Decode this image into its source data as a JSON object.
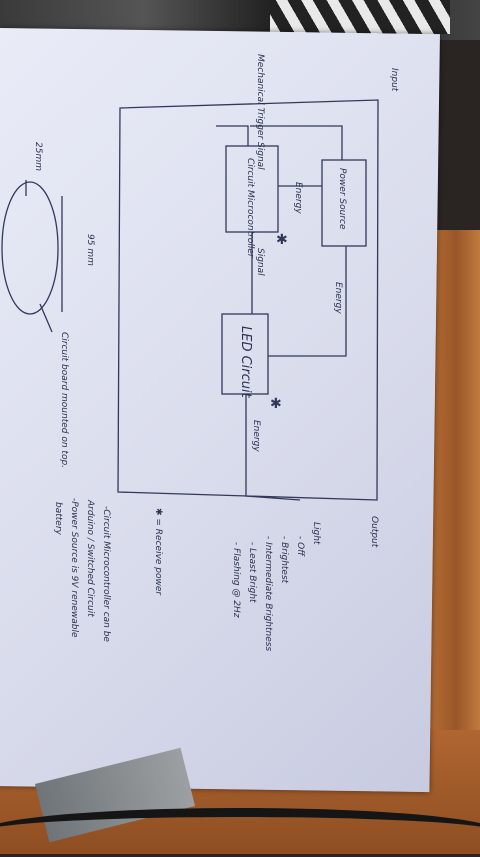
{
  "labels": {
    "input": "Input",
    "output": "Output",
    "trigger": "Mechanical Trigger Signal",
    "micro": "Circuit Microcontroller",
    "power": "Power Source",
    "energy1": "Energy",
    "energy2": "Energy",
    "energy3": "Energy",
    "signal": "Signal",
    "led": "LED Circuit",
    "dim_top": "25mm",
    "dim_side": "95 mm",
    "board_note": "Circuit board mounted on top.",
    "star_note": "✱ = Receive power",
    "notes": [
      "-Circuit Microcontroller can be",
      "Arduino / Switched Circuit",
      "-Power Source is 9V renewable",
      "battery"
    ],
    "light_title": "Light",
    "light_items": [
      "- Off",
      "- Brightest",
      "- Intermediate Brightness",
      "- Least Bright",
      "- Flashing @ 2Hz"
    ]
  }
}
